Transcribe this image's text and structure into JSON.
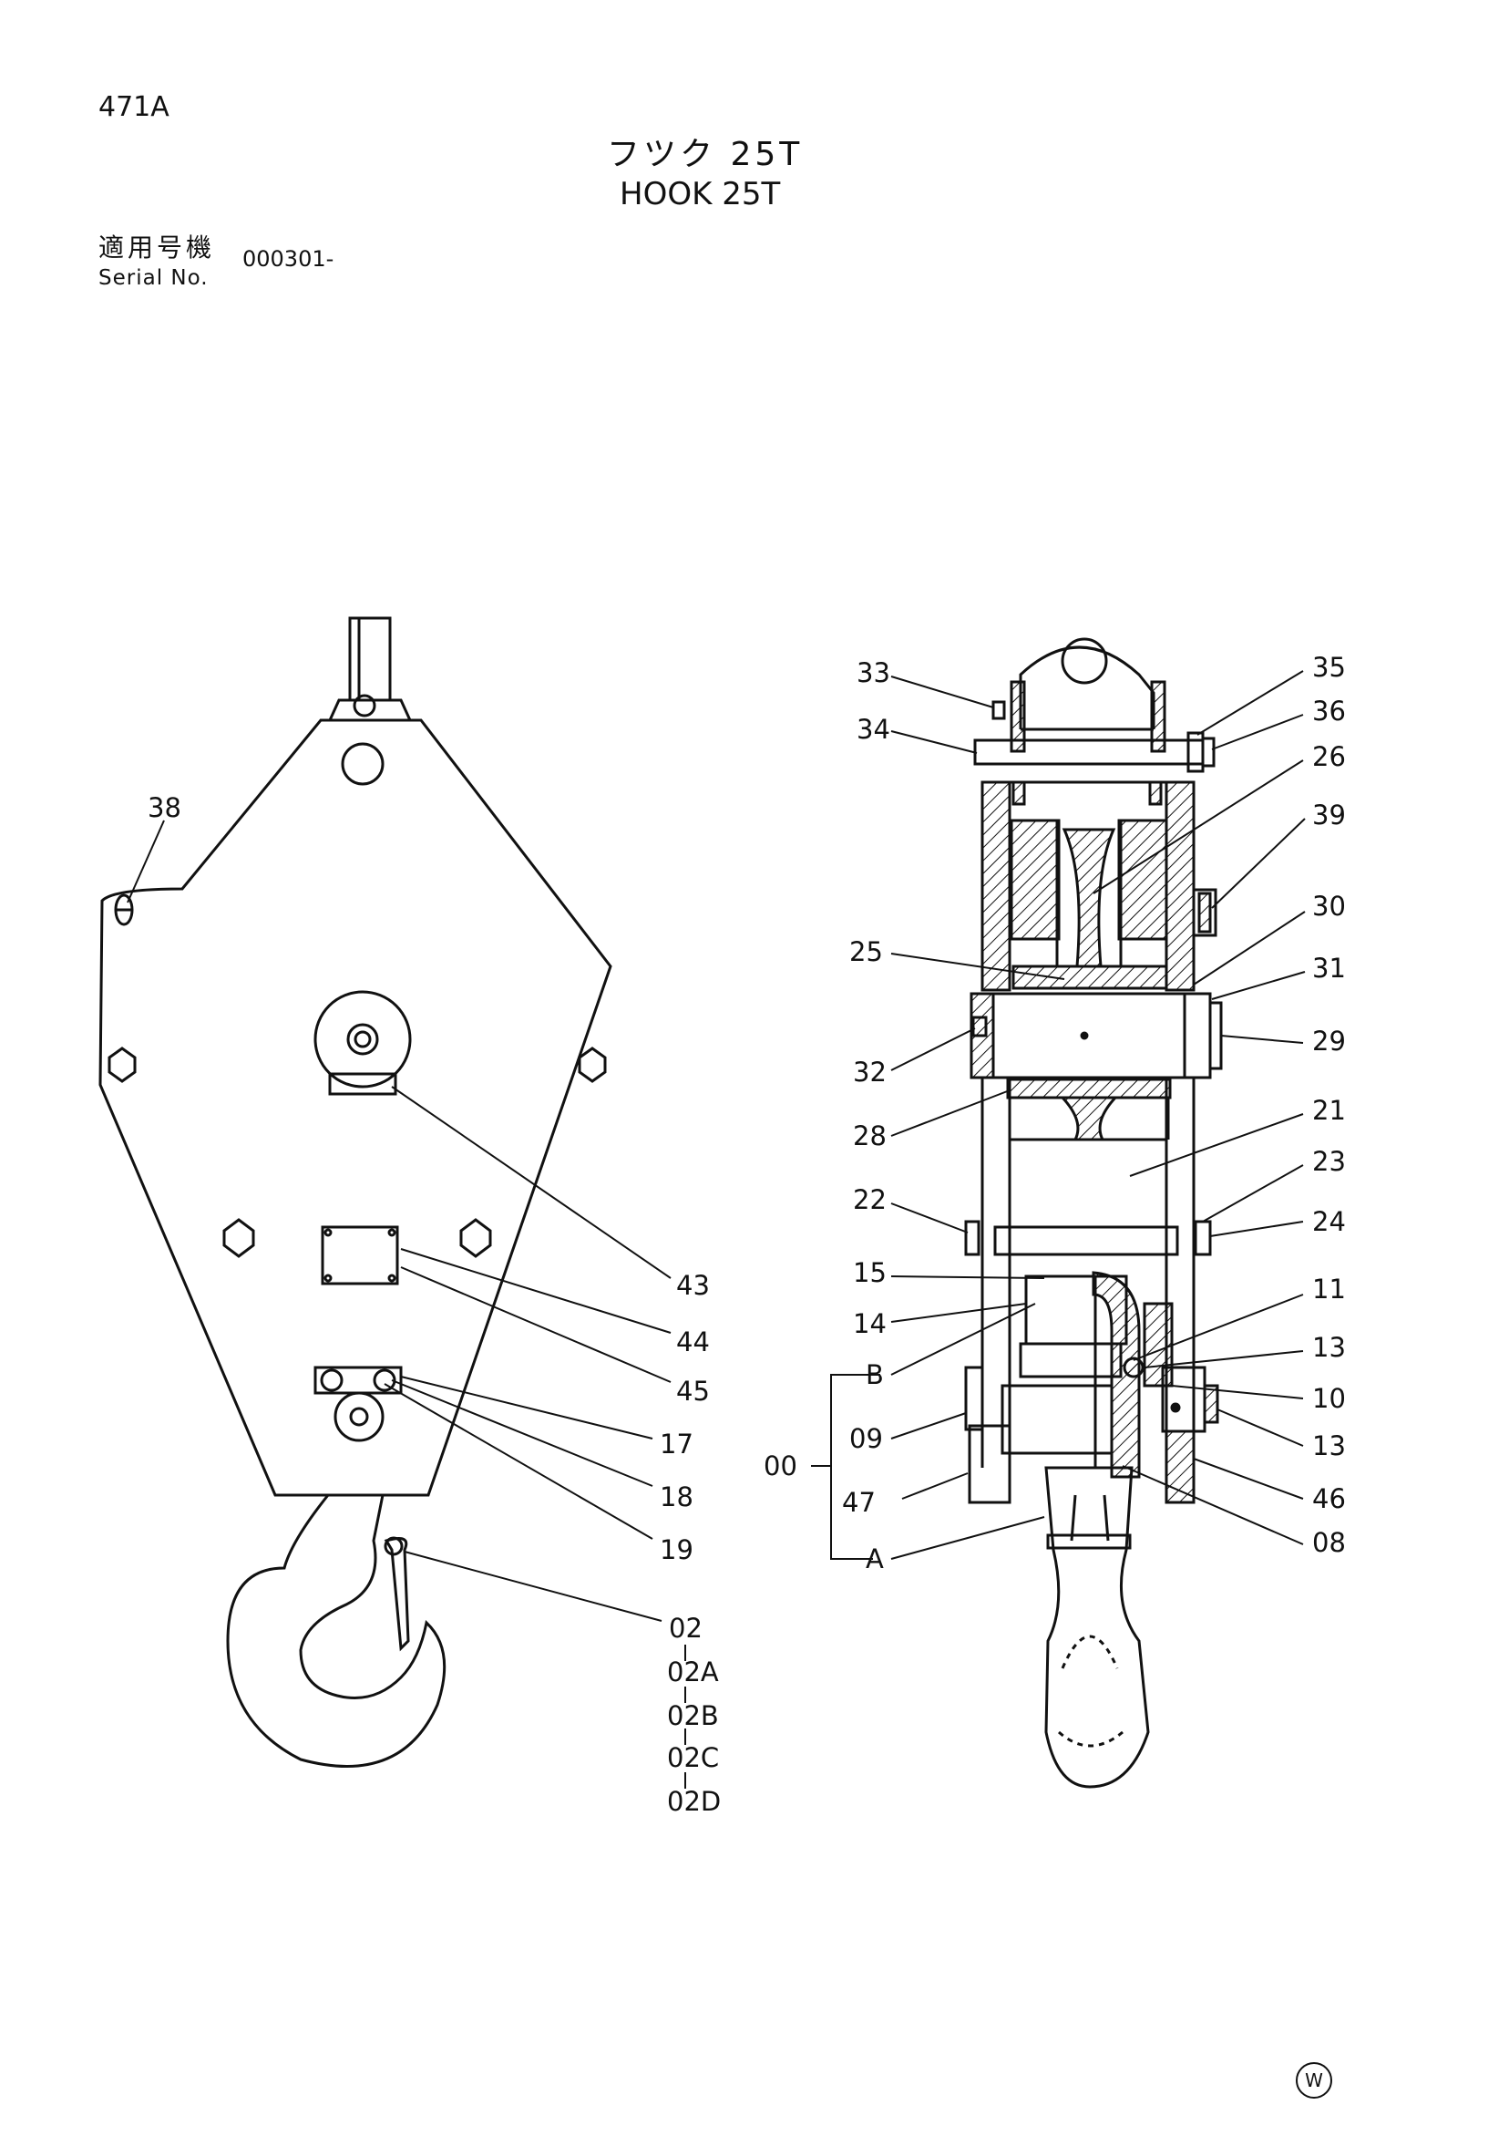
{
  "header": {
    "page_number": "471A",
    "title_jp": "フツク 25T",
    "title_en": "HOOK 25T",
    "serial_label_jp": "適用号機",
    "serial_label_en": "Serial No.",
    "serial_value": "000301-"
  },
  "watermark": "W",
  "callouts": {
    "c38": "38",
    "c43": "43",
    "c44": "44",
    "c45": "45",
    "c17": "17",
    "c18": "18",
    "c19": "19",
    "c02": "02",
    "c02a": "02A",
    "c02b": "02B",
    "c02c": "02C",
    "c02d": "02D",
    "c33": "33",
    "c34": "34",
    "c35": "35",
    "c36": "36",
    "c26": "26",
    "c39": "39",
    "c30": "30",
    "c31": "31",
    "c25": "25",
    "c29": "29",
    "c32": "32",
    "c28": "28",
    "c21": "21",
    "c23": "23",
    "c22": "22",
    "c24": "24",
    "c15": "15",
    "c14": "14",
    "c11": "11",
    "c13a": "13",
    "c10": "10",
    "c13b": "13",
    "c09": "09",
    "c46": "46",
    "c47": "47",
    "c08": "08",
    "cB": "B",
    "c00": "00",
    "cA": "A"
  }
}
